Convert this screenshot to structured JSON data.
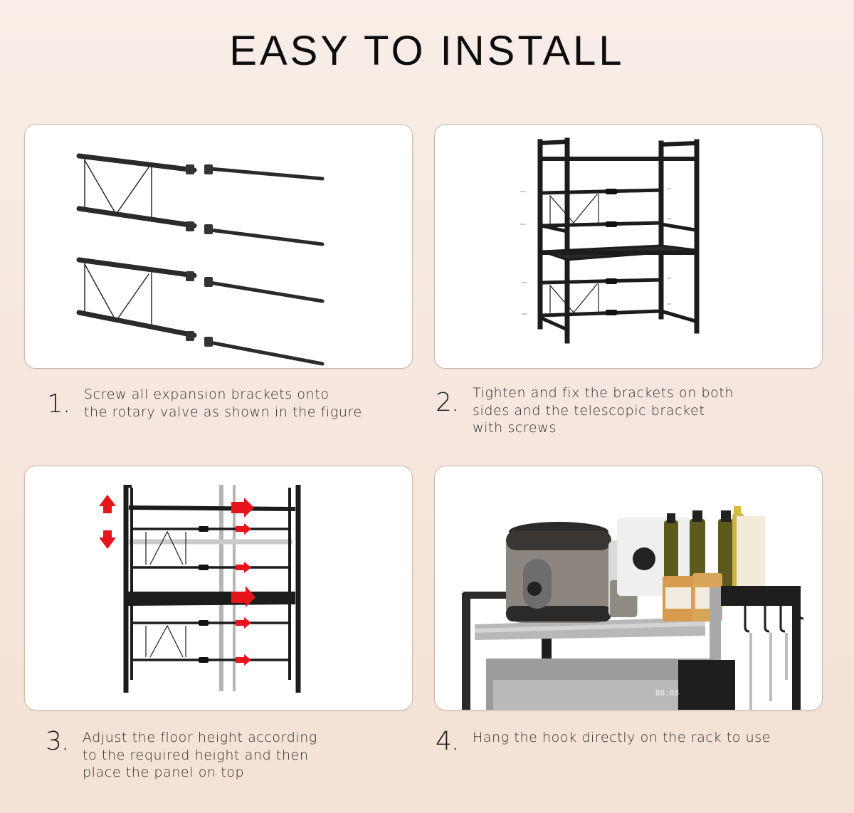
{
  "header": {
    "title": "EASY TO INSTALL"
  },
  "colors": {
    "background_top": "#f8eee7",
    "background_bottom": "#f4e1d5",
    "panel_bg": "#ffffff",
    "panel_border": "#cbb7ab",
    "frame_black": "#1c1c1c",
    "arrow_red": "#e8141c",
    "text": "#2b2b2b"
  },
  "steps": [
    {
      "number": "1.",
      "text": "Screw all expansion brackets onto the rotary valve as shown in the figure",
      "lines": [
        "Screw all expansion brackets onto",
        "the rotary valve as shown in the figure"
      ],
      "image": "exploded-brackets-and-telescopic-rods"
    },
    {
      "number": "2.",
      "text": "Tighten and fix the brackets on both sides and the telescopic bracket with screws",
      "lines": [
        "Tighten and fix the brackets on both",
        "sides and the telescopic bracket",
        "with screws"
      ],
      "image": "assembled-two-tier-rack-frame"
    },
    {
      "number": "3.",
      "text": "Adjust the floor height according to the required height and then place the panel on top",
      "lines": [
        "Adjust the floor height according",
        "to the required height and then",
        "place the panel on top"
      ],
      "image": "rack-with-red-adjustment-arrows"
    },
    {
      "number": "4.",
      "text": "Hang the hook directly on the rack to use",
      "lines": [
        "Hang the hook directly on the rack to use"
      ],
      "image": "rack-in-use-with-rice-cooker-microwave-and-hooks"
    }
  ],
  "photo_details": {
    "microwave_display": "88:88"
  }
}
